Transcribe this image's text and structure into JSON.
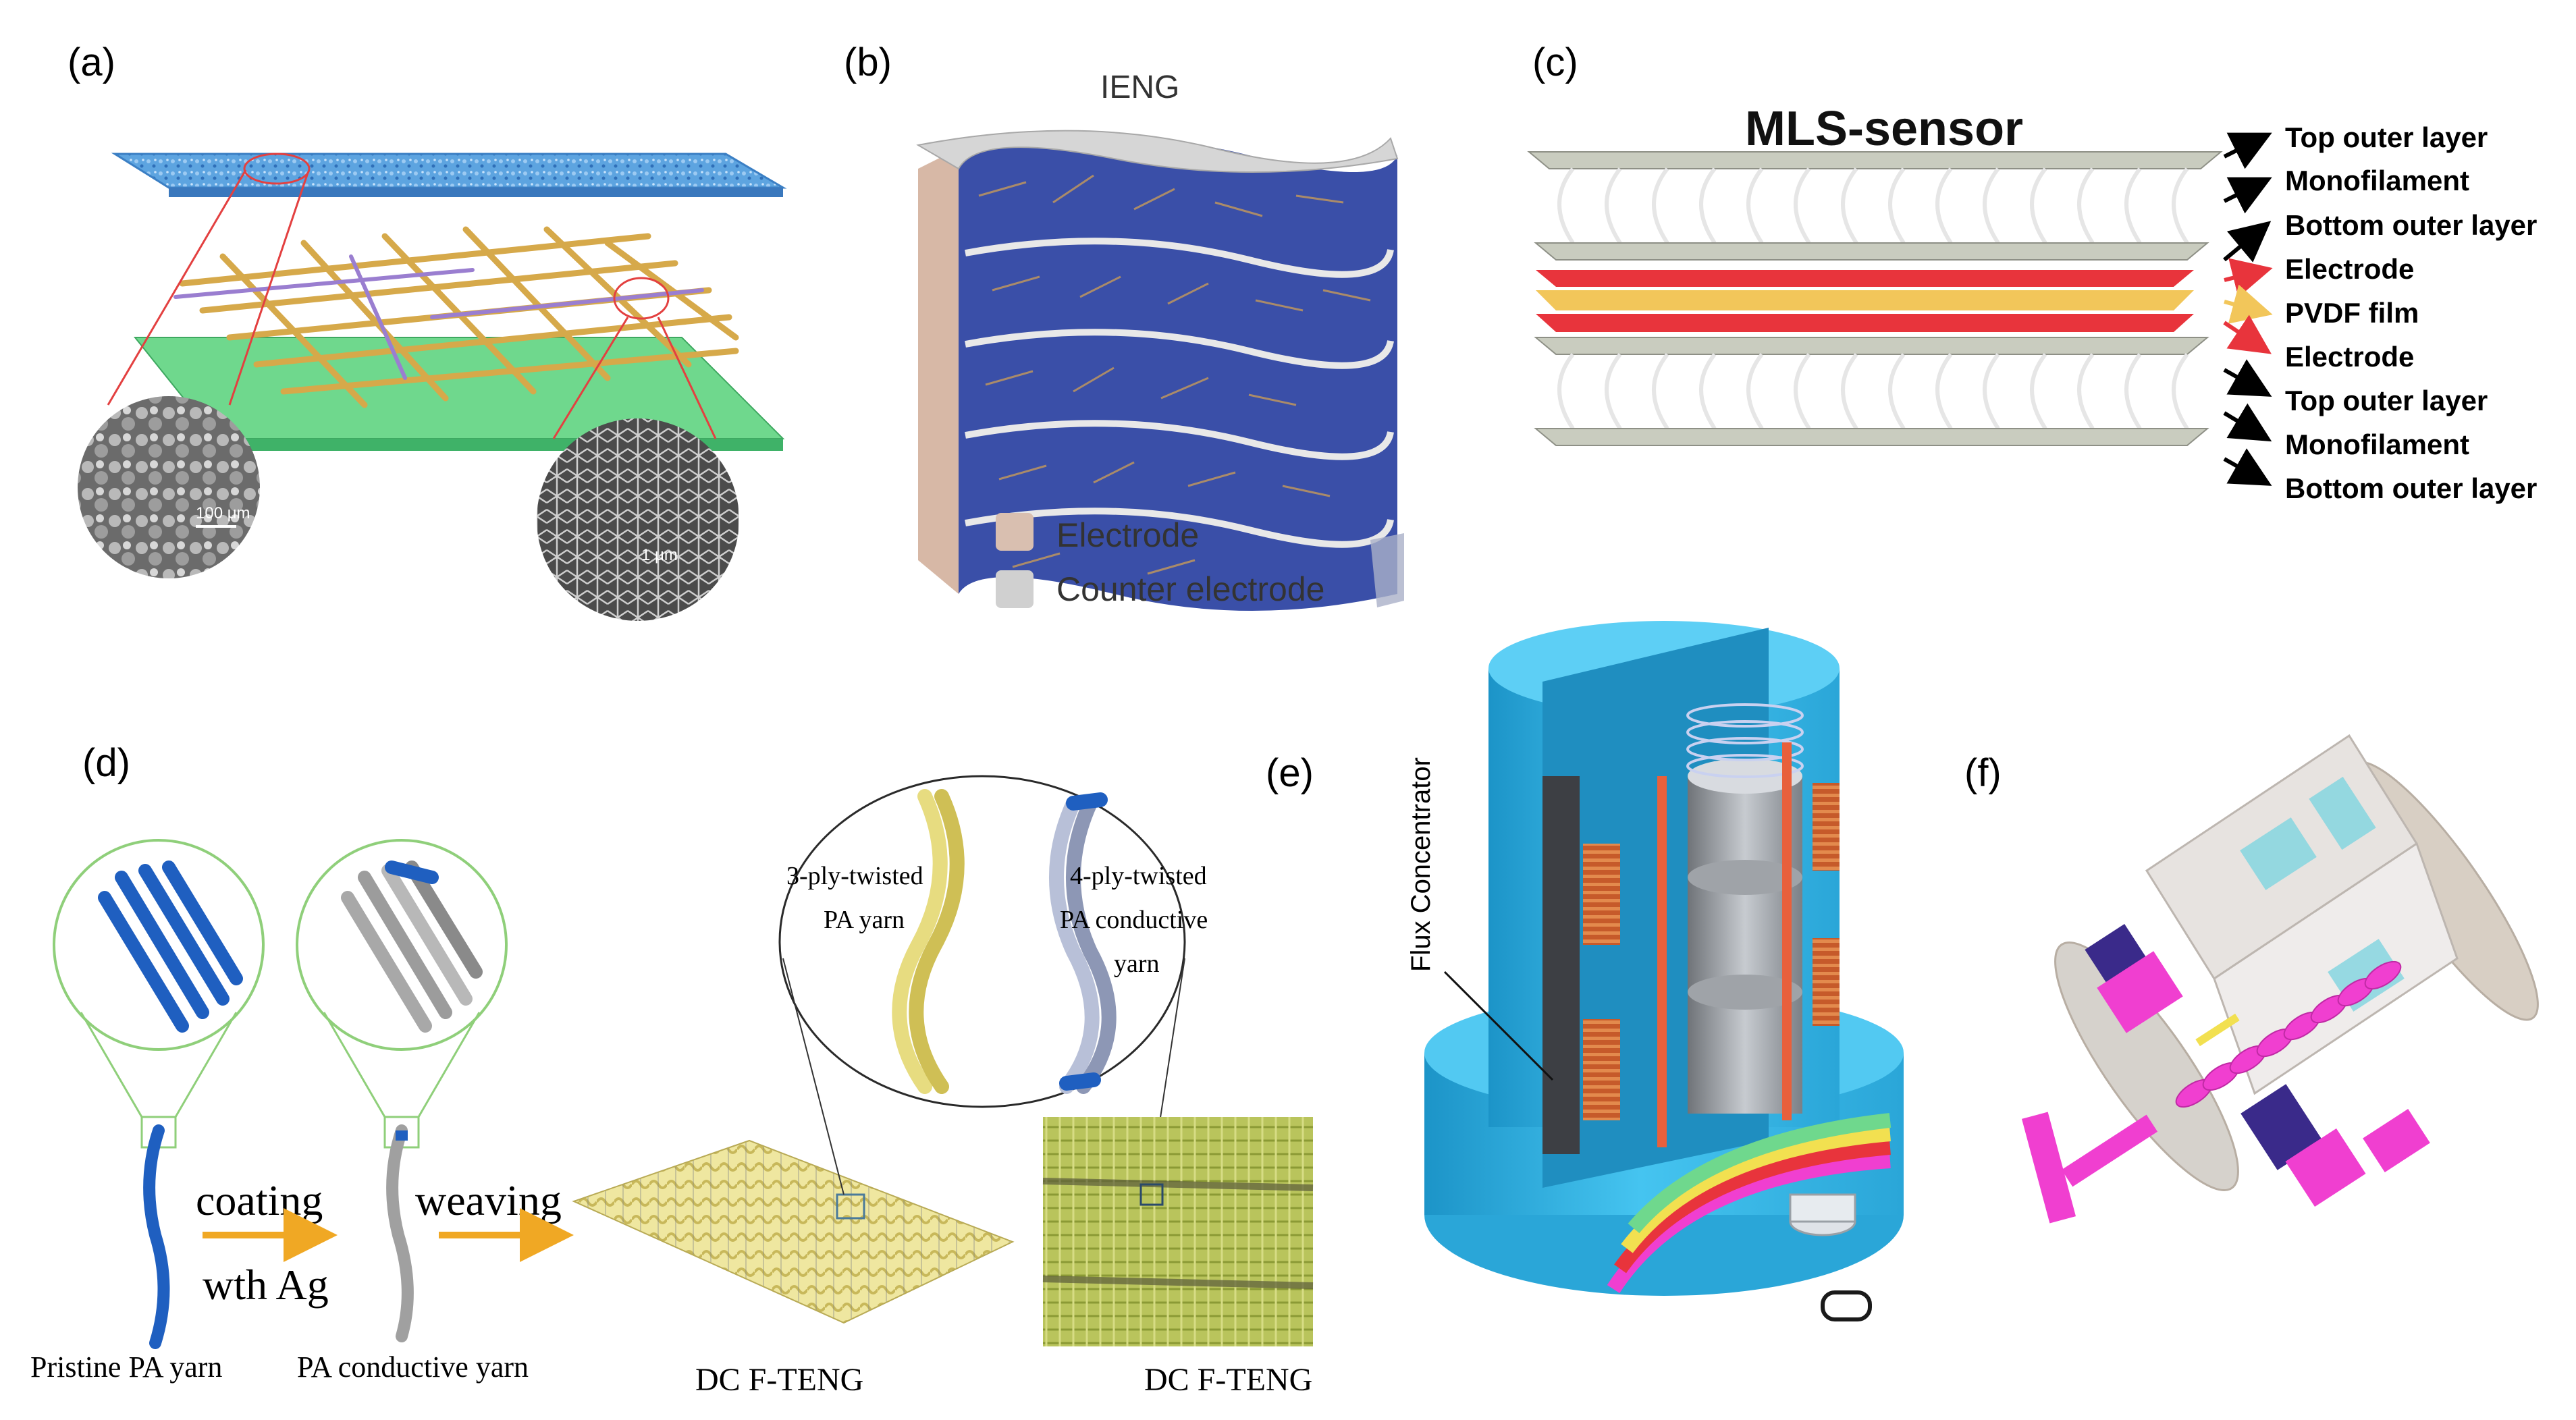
{
  "panels": {
    "a": {
      "label": "(a)",
      "scale_bars": [
        "100 μm",
        "1 μm"
      ]
    },
    "b": {
      "label": "(b)",
      "title": "IENG",
      "legend": [
        "Electrode",
        "Counter electrode"
      ]
    },
    "c": {
      "label": "(c)",
      "title": "MLS-sensor",
      "layers": [
        {
          "text": "Top outer layer",
          "arrow_color": "#000000"
        },
        {
          "text": "Monofilament",
          "arrow_color": "#000000"
        },
        {
          "text": "Bottom outer layer",
          "arrow_color": "#000000"
        },
        {
          "text": "Electrode",
          "arrow_color": "#e8343c"
        },
        {
          "text": "PVDF film",
          "arrow_color": "#f2c65a"
        },
        {
          "text": "Electrode",
          "arrow_color": "#e8343c"
        },
        {
          "text": "Top outer layer",
          "arrow_color": "#000000"
        },
        {
          "text": "Monofilament",
          "arrow_color": "#000000"
        },
        {
          "text": "Bottom outer layer",
          "arrow_color": "#000000"
        }
      ]
    },
    "d": {
      "label": "(d)",
      "step1_top": "coating",
      "step1_bottom": "wth Ag",
      "step2": "weaving",
      "caption_pristine": "Pristine PA yarn",
      "caption_conductive": "PA conductive yarn",
      "caption_teng1": "DC F-TENG",
      "caption_teng2": "DC F-TENG",
      "inset_left_line1": "3-ply-twisted",
      "inset_left_line2": "PA yarn",
      "inset_right_line1": "4-ply-twisted",
      "inset_right_line2": "PA conductive",
      "inset_right_line3": "yarn"
    },
    "e": {
      "label": "(e)",
      "annotation": "Flux Concentrator"
    },
    "f": {
      "label": "(f)"
    }
  },
  "colors": {
    "blue_sheet": "#5da4e0",
    "green_sheet": "#6fd88d",
    "yarn_gold": "#d6a94a",
    "ieng_blue": "#3a4fa8",
    "electrode_red": "#e8343c",
    "pvdf_yellow": "#f2c65a",
    "sensor_gray": "#c9ccbf",
    "device_cyan": "#35b6e6",
    "magenta": "#f03fd0",
    "arrow_orange": "#f0a824",
    "yarn_blue": "#1f5fc0"
  }
}
